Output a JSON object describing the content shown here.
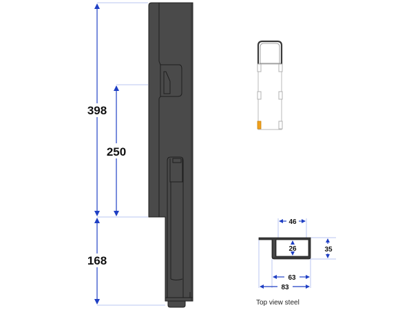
{
  "side_view": {
    "dimensions": {
      "total_height": "398",
      "upper_offset": "250",
      "lower_height": "168"
    }
  },
  "top_view_vehicle": {
    "highlight_position": "rear-left"
  },
  "top_view_steel": {
    "dimensions": {
      "inner_width": "46",
      "inner_depth": "26",
      "outer_depth": "35",
      "base_width": "63",
      "total_width": "83"
    },
    "caption": "Top view steel"
  },
  "colors": {
    "dimension_line": "#1f3fc4",
    "extension_line": "#b9c4f0",
    "body_fill": "#4a4a4a",
    "body_outline": "#1e1e1e",
    "highlight": "#f0a01c"
  }
}
